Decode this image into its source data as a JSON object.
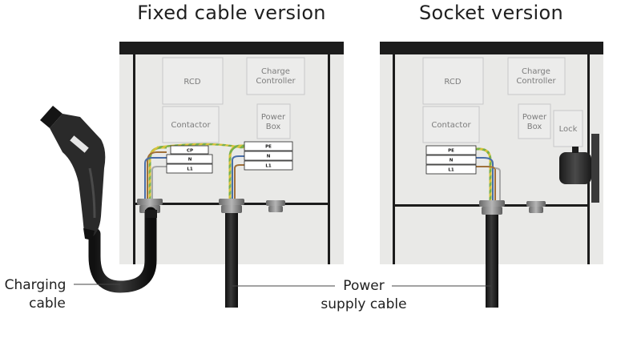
{
  "titles": {
    "fixed": "Fixed cable version",
    "socket": "Socket version"
  },
  "fixed_box": {
    "rcd": "RCD",
    "charge_controller": [
      "Charge",
      "Controller"
    ],
    "contactor": "Contactor",
    "power_box": [
      "Power",
      "Box"
    ],
    "terminal_left": [
      "CP",
      "N",
      "L1"
    ],
    "terminal_right": [
      "PE",
      "N",
      "L1"
    ]
  },
  "socket_box": {
    "rcd": "RCD",
    "charge_controller": [
      "Charge",
      "Controller"
    ],
    "contactor": "Contactor",
    "power_box": [
      "Power",
      "Box"
    ],
    "lock": "Lock",
    "terminal": [
      "PE",
      "N",
      "L1"
    ]
  },
  "labels": {
    "charging_cable": [
      "Charging",
      "cable"
    ],
    "power_supply": [
      "Power",
      "supply cable"
    ]
  },
  "colors": {
    "panel": "#e9e9e7",
    "frame": "#1c1c1c",
    "module_border": "#c8c8c8",
    "wire_brown": "#a0703a",
    "wire_blue": "#4a6ea8",
    "wire_grey": "#a8a8a8",
    "wire_pe": "#9fbf4a"
  }
}
